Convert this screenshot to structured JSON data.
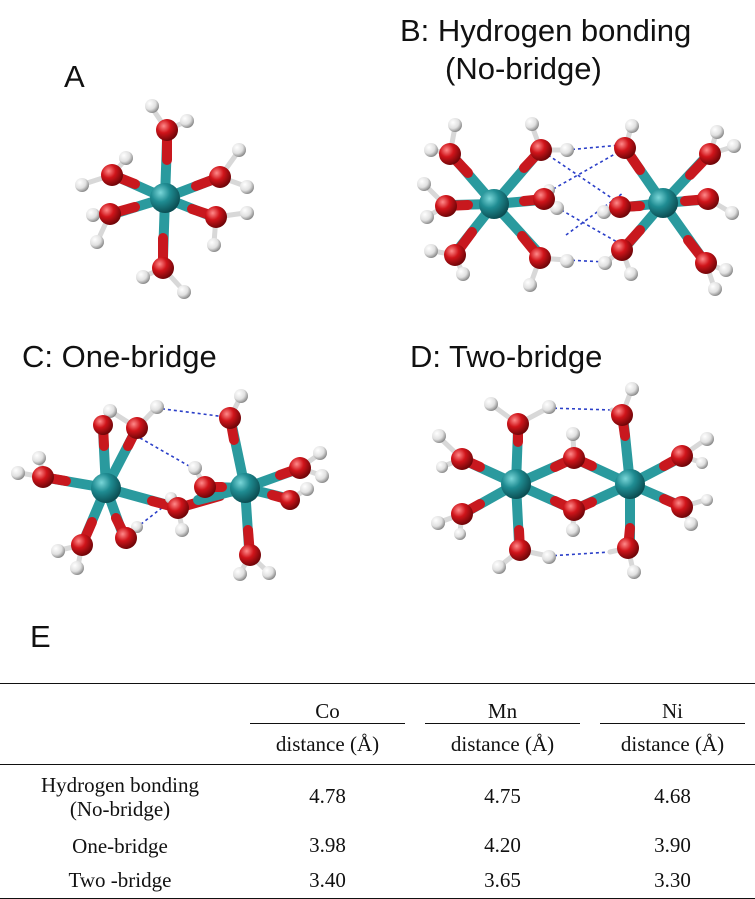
{
  "panels": {
    "a": "A",
    "b_line1": "B: Hydrogen bonding",
    "b_line2": "(No-bridge)",
    "c": "C: One-bridge",
    "d": "D: Two-bridge",
    "e": "E"
  },
  "table": {
    "metals": [
      "Co",
      "Mn",
      "Ni"
    ],
    "unit_label": "distance  (Å)",
    "rows": [
      {
        "label_line1": "Hydrogen bonding",
        "label_line2": "(No-bridge)",
        "values": [
          "4.78",
          "4.75",
          "4.68"
        ]
      },
      {
        "label_line1": "One-bridge",
        "label_line2": "",
        "values": [
          "3.98",
          "4.20",
          "3.90"
        ]
      },
      {
        "label_line1": "Two -bridge",
        "label_line2": "",
        "values": [
          "3.40",
          "3.65",
          "3.30"
        ]
      }
    ]
  },
  "colors": {
    "metal_atom": "#1f8c92",
    "oxygen_atom": "#d0141a",
    "hydrogen_atom": "#e6e6e6",
    "hydrogen_bond": "#2b3fc8"
  }
}
